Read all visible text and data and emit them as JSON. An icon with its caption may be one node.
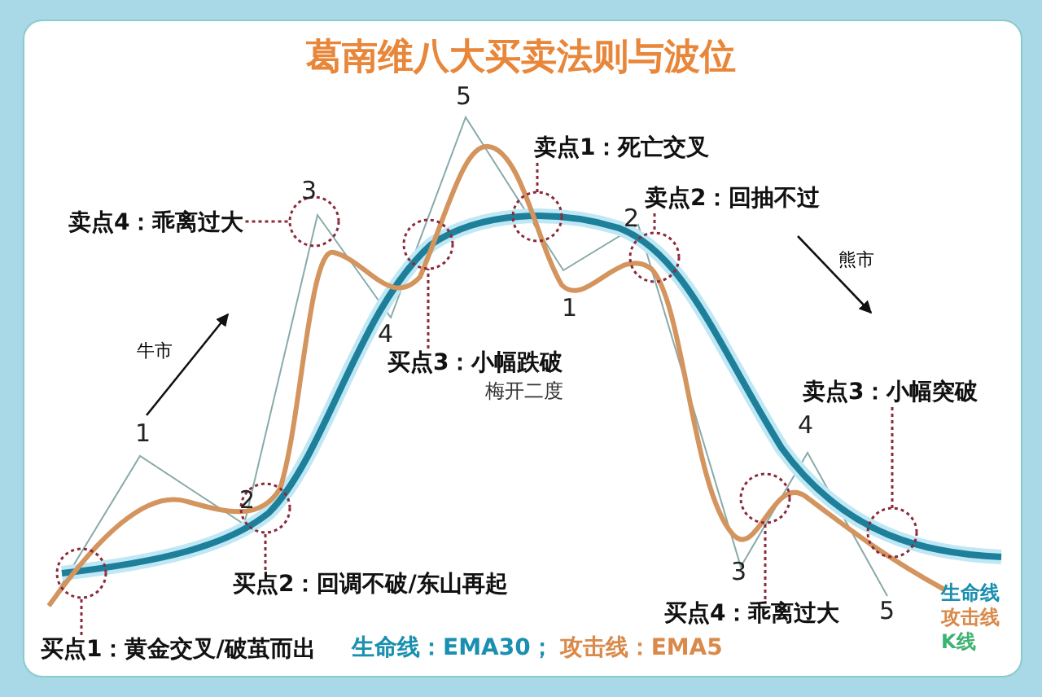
{
  "diagram": {
    "title": "葛南维八大买卖法则与波位",
    "nodes": [
      {
        "text": [
          "卖点1：死亡交叉"
        ]
      },
      {
        "text": [],
        "shape": "circle"
      },
      {
        "text": [
          "卖点2：回抽不过"
        ]
      },
      {
        "text": [],
        "shape": "circle"
      },
      {
        "text": [
          "卖点4：乖离过大"
        ]
      },
      {
        "text": [],
        "shape": "circle"
      },
      {
        "text": [],
        "shape": "circle"
      },
      {
        "text": [
          "买点3：小幅跌破",
          "梅开二度"
        ]
      },
      {
        "text": [
          "卖点3：小幅突破"
        ]
      },
      {
        "text": [],
        "shape": "circle"
      },
      {
        "text": [],
        "shape": "circle"
      },
      {
        "text": [],
        "shape": "circle"
      },
      {
        "text": [],
        "shape": "circle"
      },
      {
        "text": [
          "买点2：回调不破/东山再起"
        ]
      },
      {
        "text": [
          "买点4：乖离过大"
        ]
      },
      {
        "text": [
          "买点1：黄金交叉/破茧而出"
        ]
      }
    ],
    "edges": [
      {
        "from": 0,
        "to": 1,
        "arrow": "none",
        "style": "dashed"
      },
      {
        "from": 2,
        "to": 3,
        "arrow": "none",
        "style": "dashed"
      },
      {
        "from": 4,
        "to": 5,
        "arrow": "none",
        "style": "dashed"
      },
      {
        "from": 7,
        "to": 6,
        "arrow": "none",
        "style": "dashed"
      },
      {
        "from": 8,
        "to": 9,
        "arrow": "none",
        "style": "dashed"
      },
      {
        "from": 13,
        "to": 10,
        "arrow": "none",
        "style": "dashed"
      },
      {
        "from": 14,
        "to": 11,
        "arrow": "none",
        "style": "dashed"
      },
      {
        "from": 15,
        "to": 12,
        "arrow": "none",
        "style": "dashed"
      }
    ],
    "labels": [
      "5",
      "2",
      "3",
      "1",
      "4",
      "牛市",
      "熊市",
      "1",
      "4",
      "2",
      "3",
      "5",
      "生命线：EMA30；",
      "攻击线：EMA5"
    ],
    "legend": [
      {
        "text": "生命线",
        "color": "#1a8fb0"
      },
      {
        "text": "攻击线",
        "color": "#d98a4a"
      },
      {
        "text": "K线",
        "color": "#3cb371"
      }
    ]
  }
}
